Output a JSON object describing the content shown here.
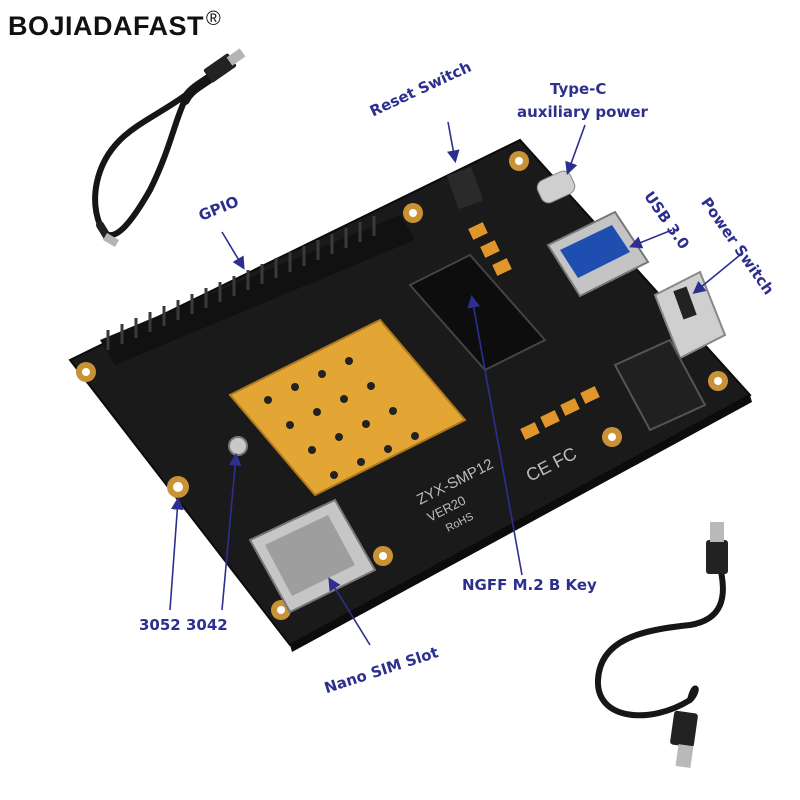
{
  "brand": {
    "name": "BOJIADAFAST",
    "registered_mark": "®"
  },
  "labels": {
    "reset_switch": "Reset Switch",
    "type_c_line1": "Type-C",
    "type_c_line2": "auxiliary power",
    "usb3": "USB 3.0",
    "power_switch": "Power Switch",
    "gpio": "GPIO",
    "m2_slot": "NGFF M.2 B Key",
    "sizes": "3052 3042",
    "nano_sim": "Nano SIM Slot"
  },
  "board": {
    "model_line1": "ZYX-SMP12",
    "model_line2": "VER20",
    "rohs": "RoHS",
    "ce_fc": "CE FC"
  },
  "colors": {
    "label_blue": "#2d2f8f",
    "pcb": "#1a1a1a",
    "heatsink": "#e3a634",
    "cable": "#161616"
  }
}
